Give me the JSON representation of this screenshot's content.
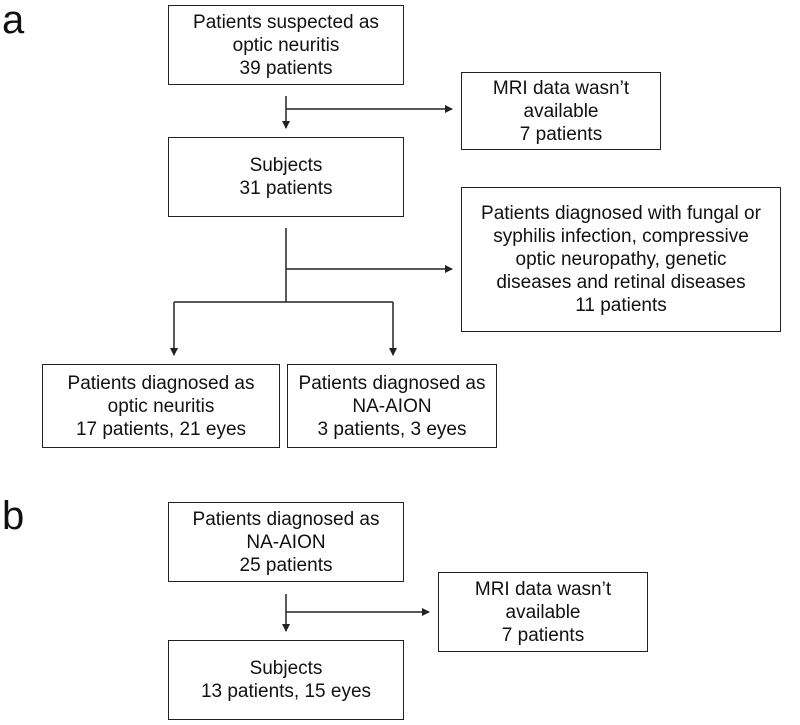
{
  "panel_a": {
    "label": "a",
    "suspected": [
      "Patients suspected as",
      "optic neuritis",
      "39 patients"
    ],
    "mri_excluded": [
      "MRI data wasn’t",
      "available",
      "7 patients"
    ],
    "subjects": [
      "Subjects",
      "31 patients"
    ],
    "excluded_other": [
      "Patients diagnosed with fungal or",
      "syphilis infection, compressive",
      "optic neuropathy, genetic",
      "diseases and retinal diseases",
      "11 patients"
    ],
    "optic_neuritis": [
      "Patients diagnosed as",
      "optic neuritis",
      "17 patients, 21 eyes"
    ],
    "na_aion": [
      "Patients diagnosed as",
      "NA-AION",
      "3 patients, 3 eyes"
    ]
  },
  "panel_b": {
    "label": "b",
    "na_aion": [
      "Patients diagnosed as",
      "NA-AION",
      "25 patients"
    ],
    "mri_excluded": [
      "MRI data wasn’t",
      "available",
      "7 patients"
    ],
    "subjects": [
      "Subjects",
      "13 patients, 15 eyes"
    ]
  }
}
